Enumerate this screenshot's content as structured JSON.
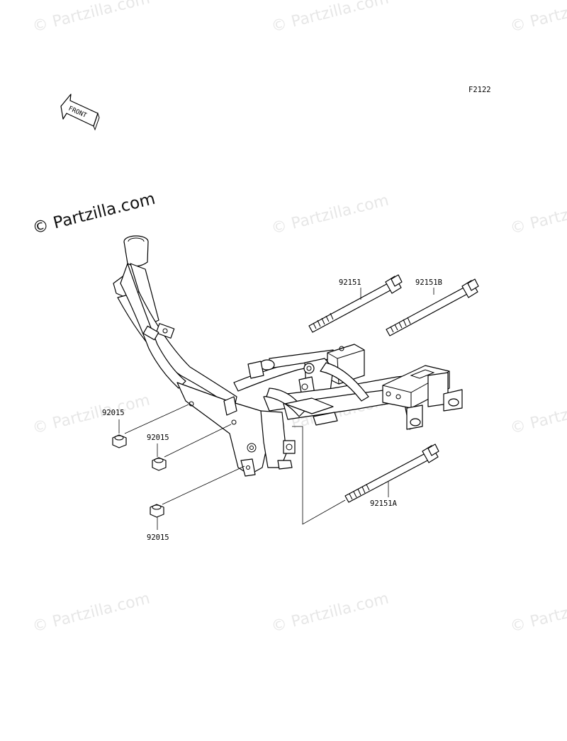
{
  "figure_code": "F2122",
  "front_arrow_text": "FRONT",
  "watermark_text": "© Partzilla.com",
  "main_watermark_text": "© Partzilla.com",
  "part_labels": {
    "bolt_left": "92151",
    "bolt_right": "92151B",
    "bolt_lower": "92151A",
    "nut_top": "92015",
    "nut_middle": "92015",
    "nut_bottom": "92015"
  }
}
